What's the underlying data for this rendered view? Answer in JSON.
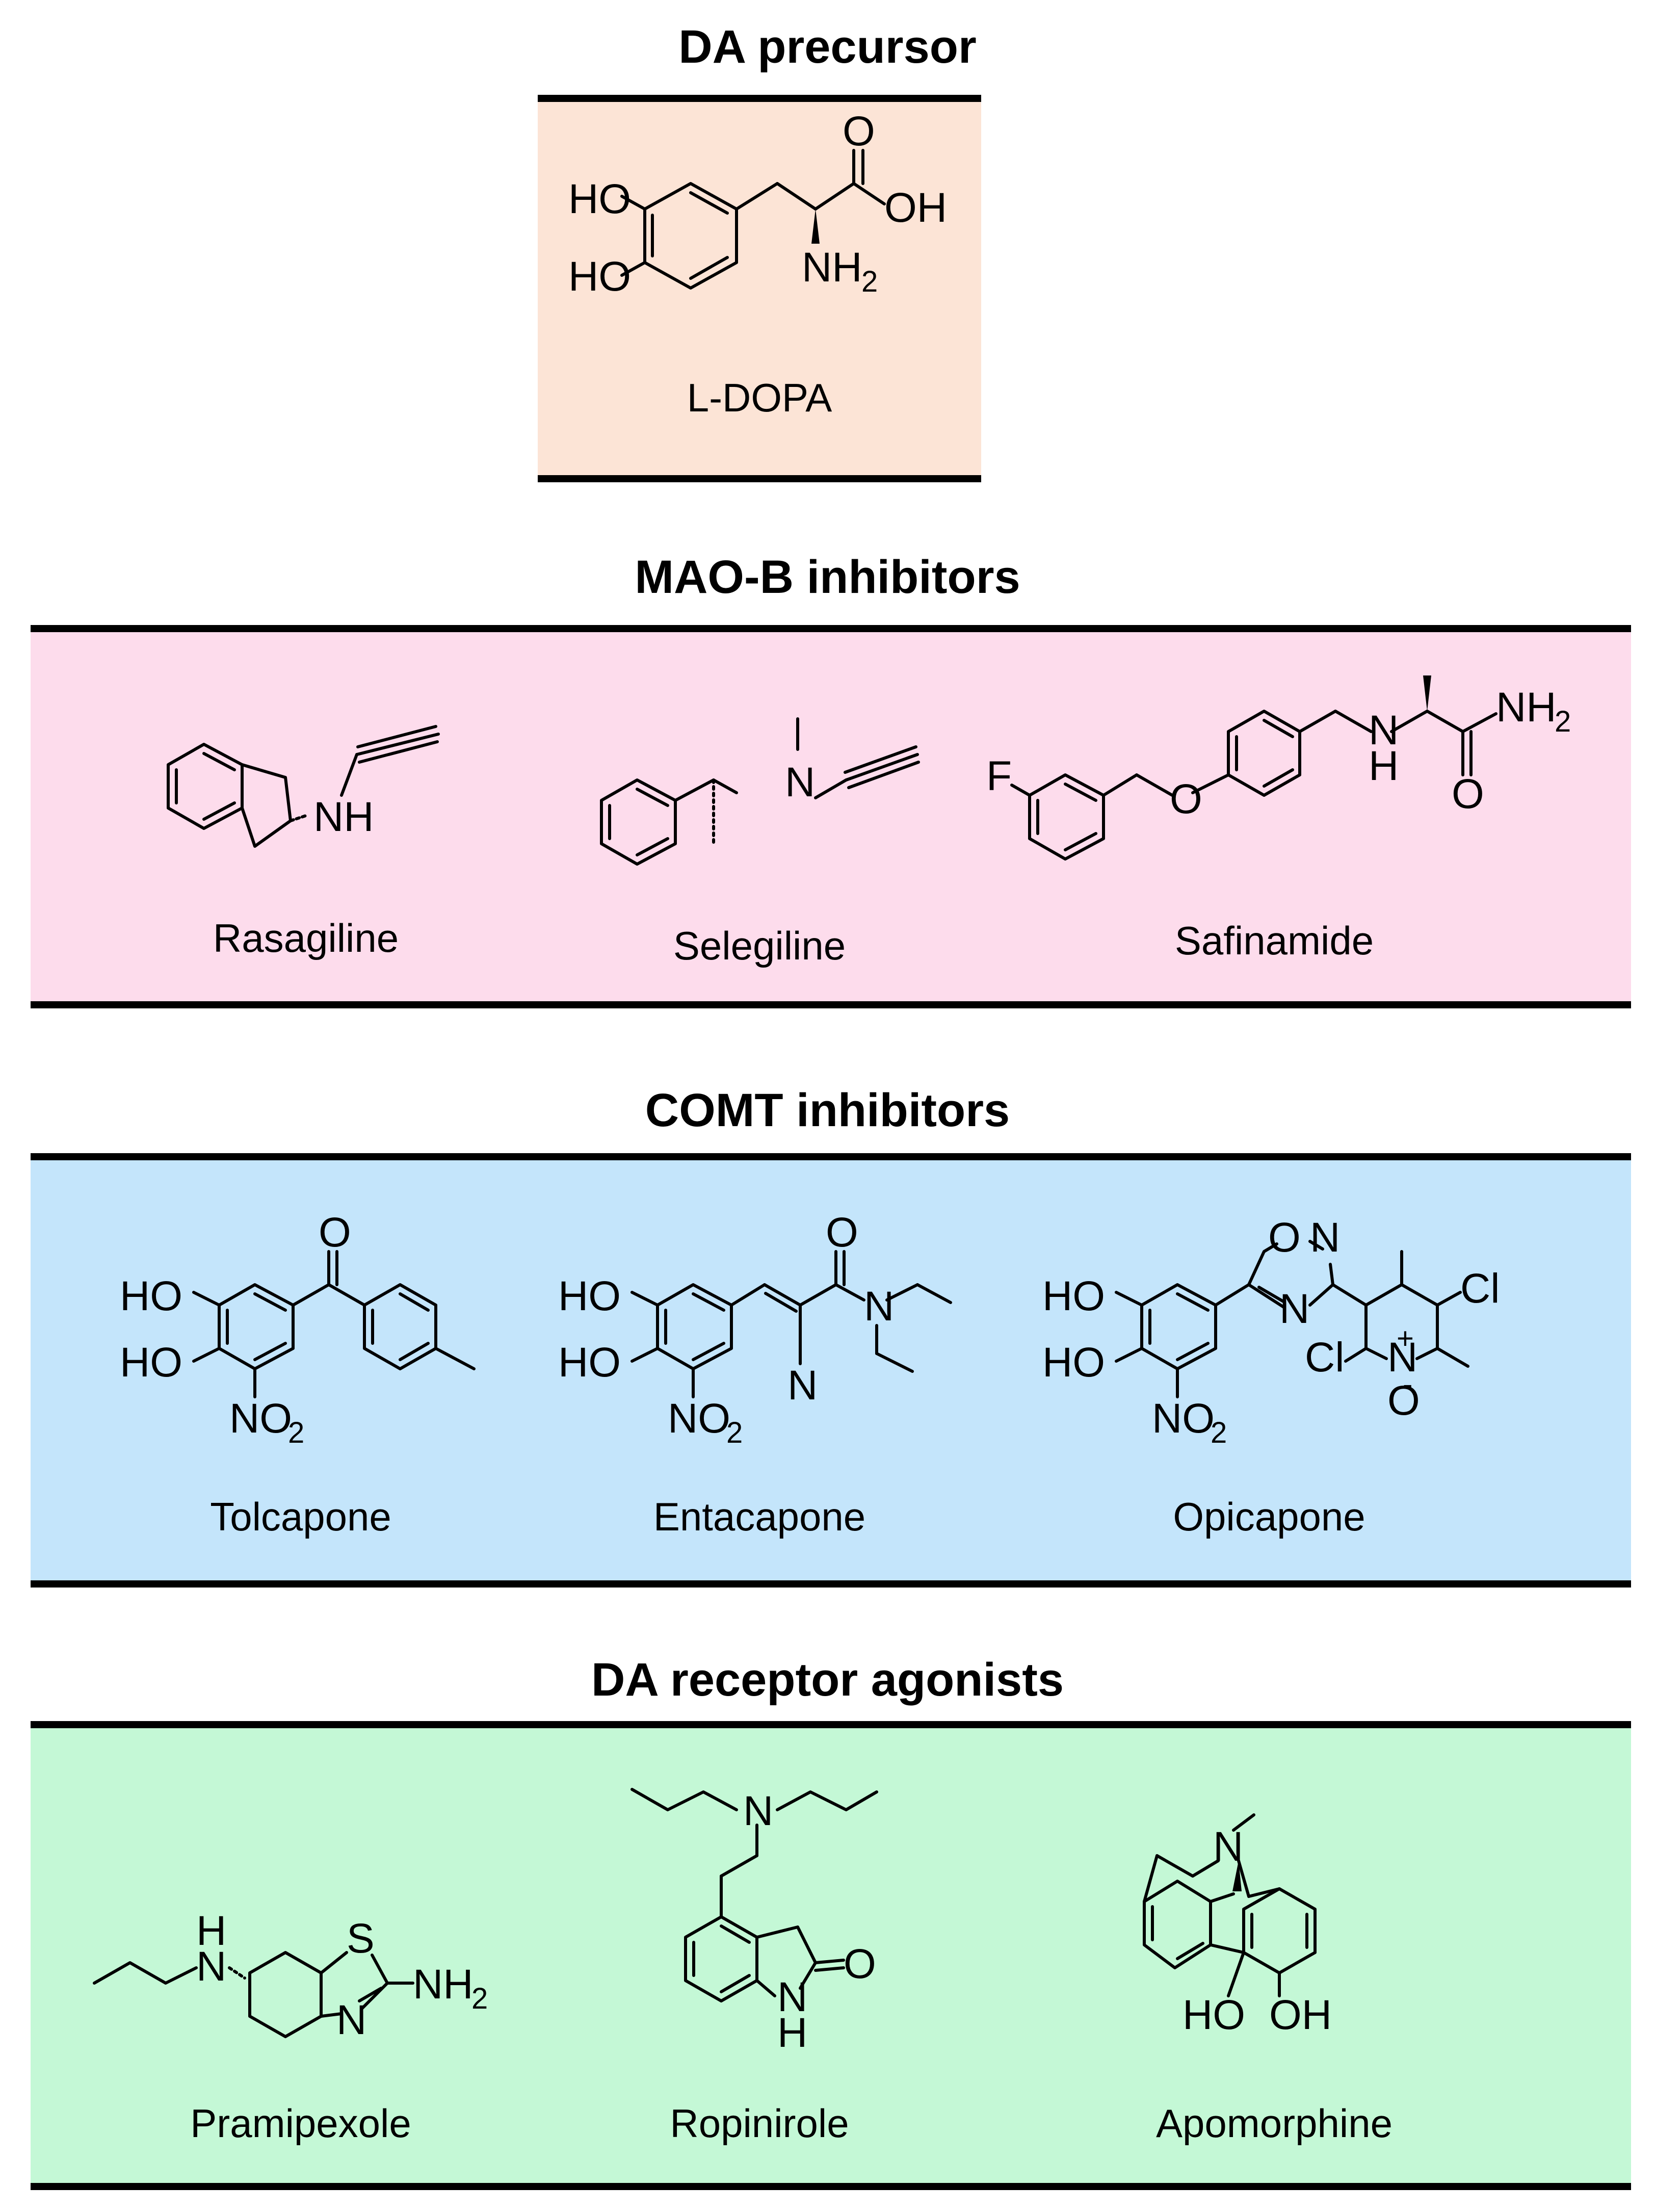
{
  "sections": [
    {
      "title": "DA precursor",
      "color": "#fce4d6",
      "compounds": [
        "L-DOPA"
      ]
    },
    {
      "title": "MAO-B inhibitors",
      "color": "#fddcec",
      "compounds": [
        "Rasagiline",
        "Selegiline",
        "Safinamide"
      ]
    },
    {
      "title": "COMT inhibitors",
      "color": "#c4e5fb",
      "compounds": [
        "Tolcapone",
        "Entacapone",
        "Opicapone"
      ]
    },
    {
      "title": "DA receptor agonists",
      "color": "#c4f8d6",
      "compounds": [
        "Pramipexole",
        "Ropinirole",
        "Apomorphine"
      ]
    }
  ],
  "atom_labels": {
    "HO": "HO",
    "OH": "OH",
    "O": "O",
    "NH": "NH",
    "N": "N",
    "H": "H",
    "F": "F",
    "NH2": "NH",
    "NO2": "NO",
    "sub2": "2",
    "Cl": "Cl",
    "S": "S",
    "plus": "+",
    "minus": "-"
  }
}
